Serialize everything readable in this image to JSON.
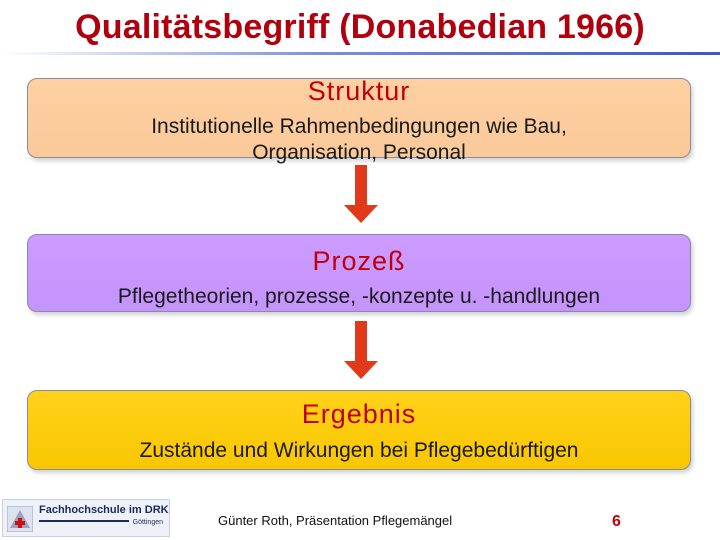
{
  "title": "Qualitätsbegriff (Donabedian 1966)",
  "boxes": [
    {
      "heading": "Struktur",
      "lines": [
        "Institutionelle Rahmenbedingungen wie Bau,",
        "Organisation, Personal"
      ],
      "color": "#fbcb9c"
    },
    {
      "heading": "Prozeß",
      "lines": [
        "Pflegetheorien, prozesse, -konzepte u. -handlungen"
      ],
      "color": "#c696fc"
    },
    {
      "heading": "Ergebnis",
      "lines": [
        "Zustände und Wirkungen bei Pflegebedürftigen"
      ],
      "color": "#fccb0a"
    }
  ],
  "colors": {
    "title": "#b0000e",
    "heading": "#c0000d",
    "arrow": "#e03a1a"
  },
  "footer": {
    "logo": {
      "name": "Fachhochschule im DRK",
      "location": "Göttingen",
      "icon": "red-cross-emblem-icon"
    },
    "author": "Günter Roth, Präsentation Pflegemängel",
    "page_number": "6"
  }
}
